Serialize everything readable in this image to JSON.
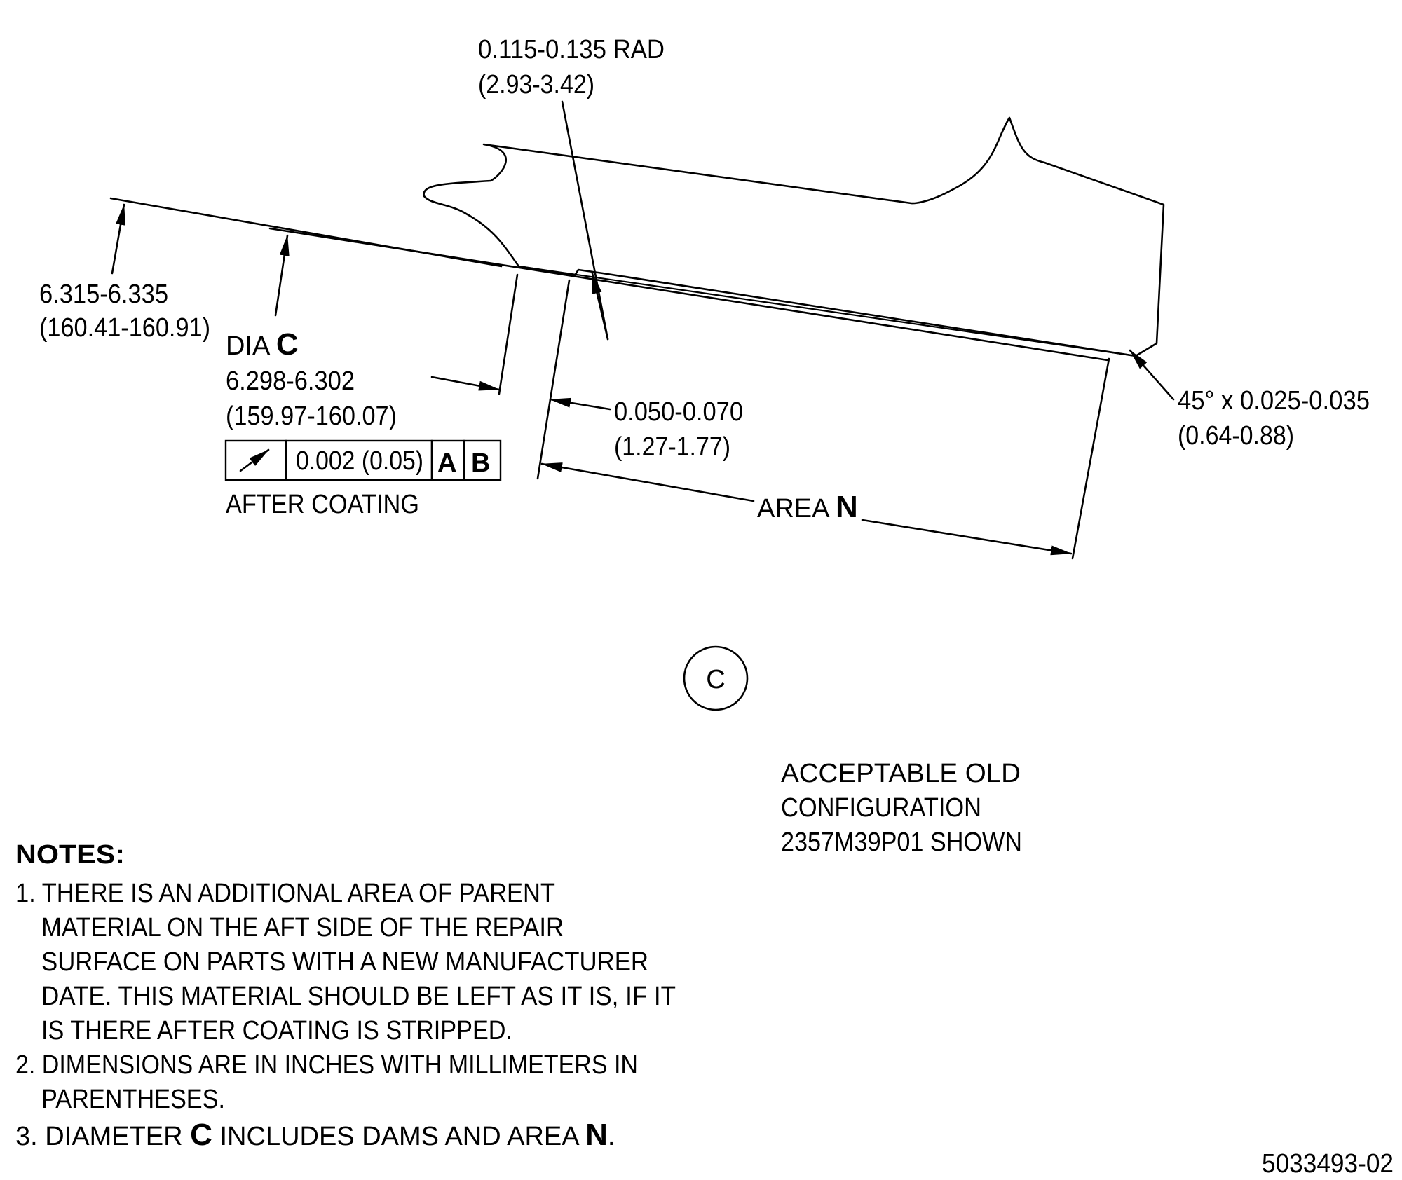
{
  "callouts": {
    "rad": {
      "line1": "0.115-0.135 RAD",
      "line2": "(2.93-3.42)"
    },
    "outer_dia": {
      "line1": "6.315-6.335",
      "line2": "(160.41-160.91)"
    },
    "dia_c": {
      "prefix": "DIA ",
      "letter": "C",
      "line2": "6.298-6.302",
      "line3": "(159.97-160.07)"
    },
    "width": {
      "line1": "0.050-0.070",
      "line2": "(1.27-1.77)"
    },
    "chamfer": {
      "line1": "45° x 0.025-0.035",
      "line2": "(0.64-0.88)"
    },
    "area": {
      "prefix": "AREA ",
      "letter": "N"
    },
    "after_coating": "AFTER COATING"
  },
  "feature_control_frame": {
    "symbol": "circular-runout-icon",
    "tolerance": "0.002 (0.05)",
    "datum_1": "A",
    "datum_2": "B"
  },
  "view_label": "C",
  "config": {
    "line1": "ACCEPTABLE OLD",
    "line2": "CONFIGURATION",
    "line3": "2357M39P01 SHOWN"
  },
  "notes": {
    "heading": "NOTES:",
    "note1": {
      "line1": "1. THERE IS AN ADDITIONAL AREA OF PARENT",
      "line2": "MATERIAL ON THE AFT SIDE OF THE REPAIR",
      "line3": "SURFACE ON PARTS WITH A NEW MANUFACTURER",
      "line4": "DATE.  THIS MATERIAL SHOULD BE LEFT AS IT IS, IF IT",
      "line5": "IS THERE AFTER COATING IS STRIPPED."
    },
    "note2": {
      "line1": "2. DIMENSIONS ARE IN INCHES WITH MILLIMETERS IN",
      "line2": "PARENTHESES."
    },
    "note3": {
      "prefix": "3. DIAMETER ",
      "letter1": "C",
      "middle": " INCLUDES DAMS AND AREA ",
      "letter2": "N",
      "suffix": "."
    }
  },
  "drawing_number": "5033493-02"
}
